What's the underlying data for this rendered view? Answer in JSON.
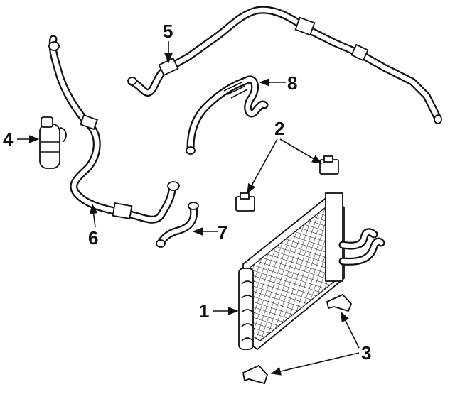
{
  "diagram": {
    "callouts": [
      {
        "id": "1",
        "text": "1"
      },
      {
        "id": "2",
        "text": "2"
      },
      {
        "id": "3",
        "text": "3"
      },
      {
        "id": "4",
        "text": "4"
      },
      {
        "id": "5",
        "text": "5"
      },
      {
        "id": "6",
        "text": "6"
      },
      {
        "id": "7",
        "text": "7"
      },
      {
        "id": "8",
        "text": "8"
      }
    ]
  }
}
